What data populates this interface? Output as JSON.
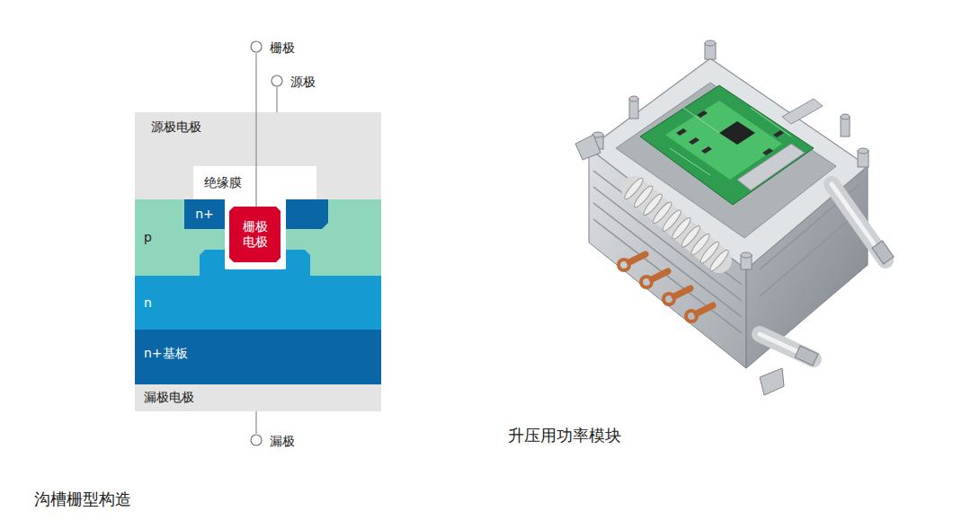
{
  "diagram": {
    "caption": "沟槽栅型构造",
    "nodes": [
      {
        "text": [
          "栅极"
        ]
      },
      {
        "text": [
          "源极"
        ]
      },
      {
        "text": [
          "源极电极"
        ]
      },
      {
        "text": [
          "绝缘膜"
        ]
      },
      {
        "text": [
          "栅极 电极"
        ],
        "in": 3
      },
      {
        "text": [
          "p"
        ]
      },
      {
        "text": [
          "n+"
        ],
        "in": 5
      },
      {
        "text": [
          "n"
        ]
      },
      {
        "text": [
          "n+基板"
        ]
      },
      {
        "text": [
          "漏极电极"
        ]
      },
      {
        "text": [
          "漏极"
        ]
      }
    ],
    "edges": [
      {
        "from": 0,
        "to": 4,
        "arrow": "none"
      },
      {
        "from": 1,
        "to": 2,
        "arrow": "none"
      },
      {
        "from": 10,
        "to": 9,
        "arrow": "none"
      }
    ],
    "labels": [
      "升压用功率模块"
    ]
  }
}
